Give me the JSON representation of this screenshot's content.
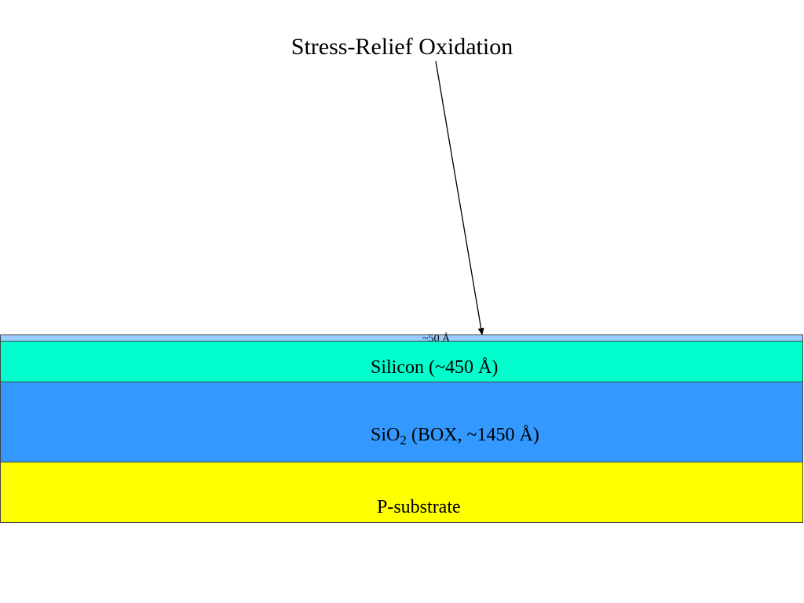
{
  "title": "Stress-Relief Oxidation",
  "annotation": {
    "oxide_thickness": "~50 Å"
  },
  "layers": {
    "silicon": {
      "label": "Silicon (~450 Å)",
      "color": "#00FFCC"
    },
    "box": {
      "label_main": "SiO",
      "label_sub": "2",
      "label_rest": " (BOX, ~1450 Å)",
      "color": "#3399FF"
    },
    "substrate": {
      "label": "P-substrate",
      "color": "#FFFF00"
    },
    "oxide": {
      "color": "#99CCFF"
    }
  }
}
